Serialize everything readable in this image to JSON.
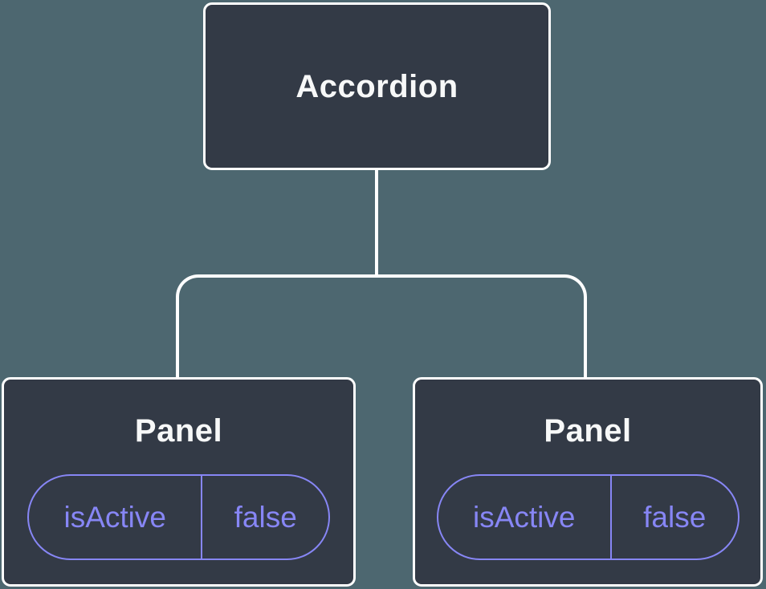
{
  "tree": {
    "root": {
      "label": "Accordion"
    },
    "children": [
      {
        "label": "Panel",
        "state": {
          "key": "isActive",
          "value": "false"
        }
      },
      {
        "label": "Panel",
        "state": {
          "key": "isActive",
          "value": "false"
        }
      }
    ]
  },
  "colors": {
    "background": "#4D6770",
    "node_fill": "#333A46",
    "node_border": "#FFFFFF",
    "connector": "#FFFFFF",
    "node_text": "#F7F8F8",
    "state_accent": "#8786F5"
  }
}
